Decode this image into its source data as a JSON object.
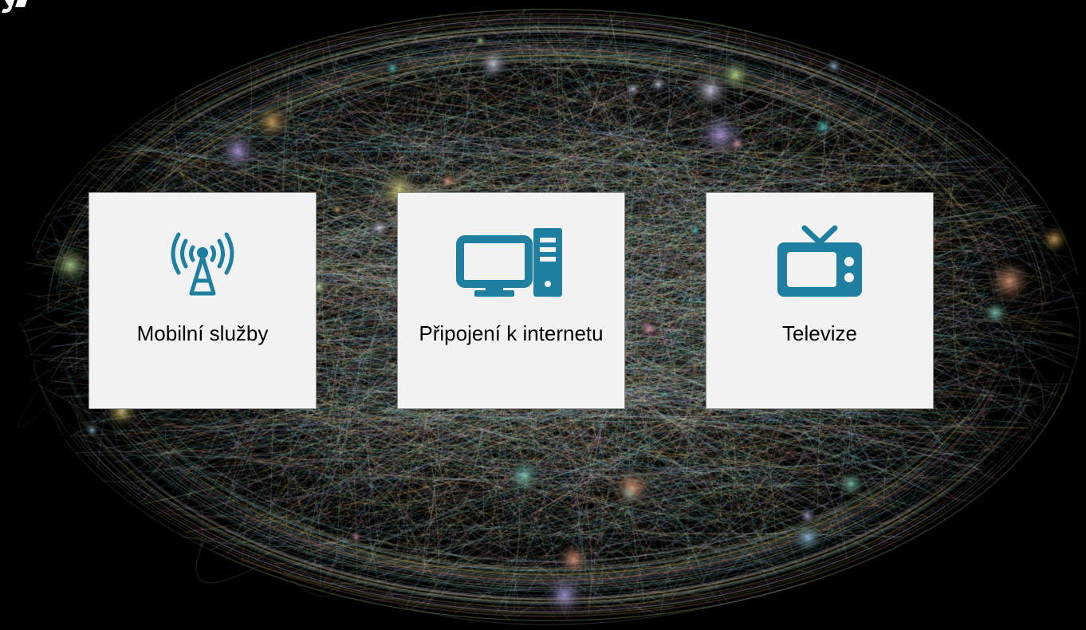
{
  "colors": {
    "background": "#000000",
    "card_background": "#f2f2f2",
    "card_border": "#8c8c8c",
    "icon": "#1f7fa0",
    "text": "#000000"
  },
  "background_image": "network-graph",
  "services": [
    {
      "label": "Mobilní služby",
      "icon": "signal-tower-icon"
    },
    {
      "label": "Připojení k internetu",
      "icon": "desktop-computer-icon"
    },
    {
      "label": "Televize",
      "icon": "television-icon"
    }
  ]
}
